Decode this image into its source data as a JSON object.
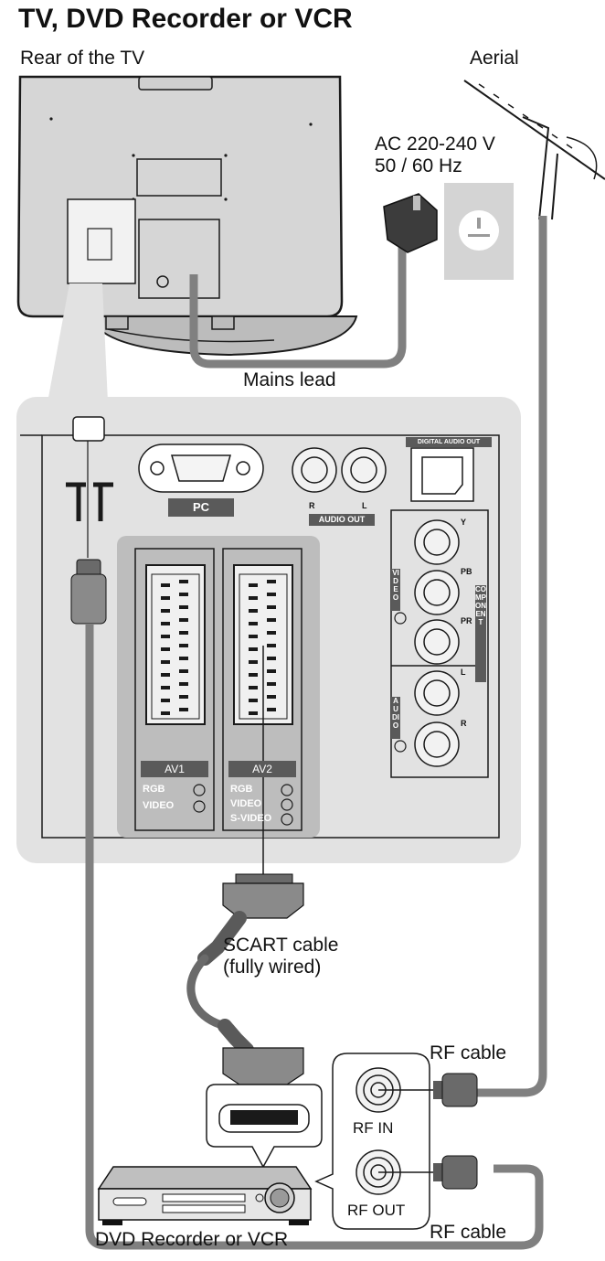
{
  "title": "TV, DVD Recorder or VCR",
  "labels": {
    "rear_of_tv": "Rear of the TV",
    "aerial": "Aerial",
    "ac_line1": "AC 220-240 V",
    "ac_line2": "50 / 60 Hz",
    "mains_lead": "Mains lead",
    "scart_line1": "SCART cable",
    "scart_line2": "(fully wired)",
    "rf_cable_top": "RF cable",
    "rf_cable_bottom": "RF cable",
    "rf_in": "RF IN",
    "rf_out": "RF OUT",
    "device": "DVD Recorder or VCR"
  },
  "panel": {
    "pc": "PC",
    "digital_audio_out": "DIGITAL AUDIO OUT",
    "audio_out": "AUDIO OUT",
    "audio_r": "R",
    "audio_l": "L",
    "comp_y": "Y",
    "comp_pb": "PB",
    "comp_pr": "PR",
    "comp_l": "L",
    "comp_r": "R",
    "component_vertical": "COMPONENT",
    "video_vertical": "VIDEO",
    "audio_vertical": "AUDIO",
    "av1": "AV1",
    "av2": "AV2",
    "av1_rgb": "RGB",
    "av1_video": "VIDEO",
    "av2_rgb": "RGB",
    "av2_video": "VIDEO",
    "av2_svideo": "S-VIDEO"
  },
  "colors": {
    "panel_bg": "#e2e2e2",
    "tv_body": "#d9d9d9",
    "cable": "#808080",
    "dark": "#4a4a4a",
    "badge": "#5a5a5a"
  }
}
